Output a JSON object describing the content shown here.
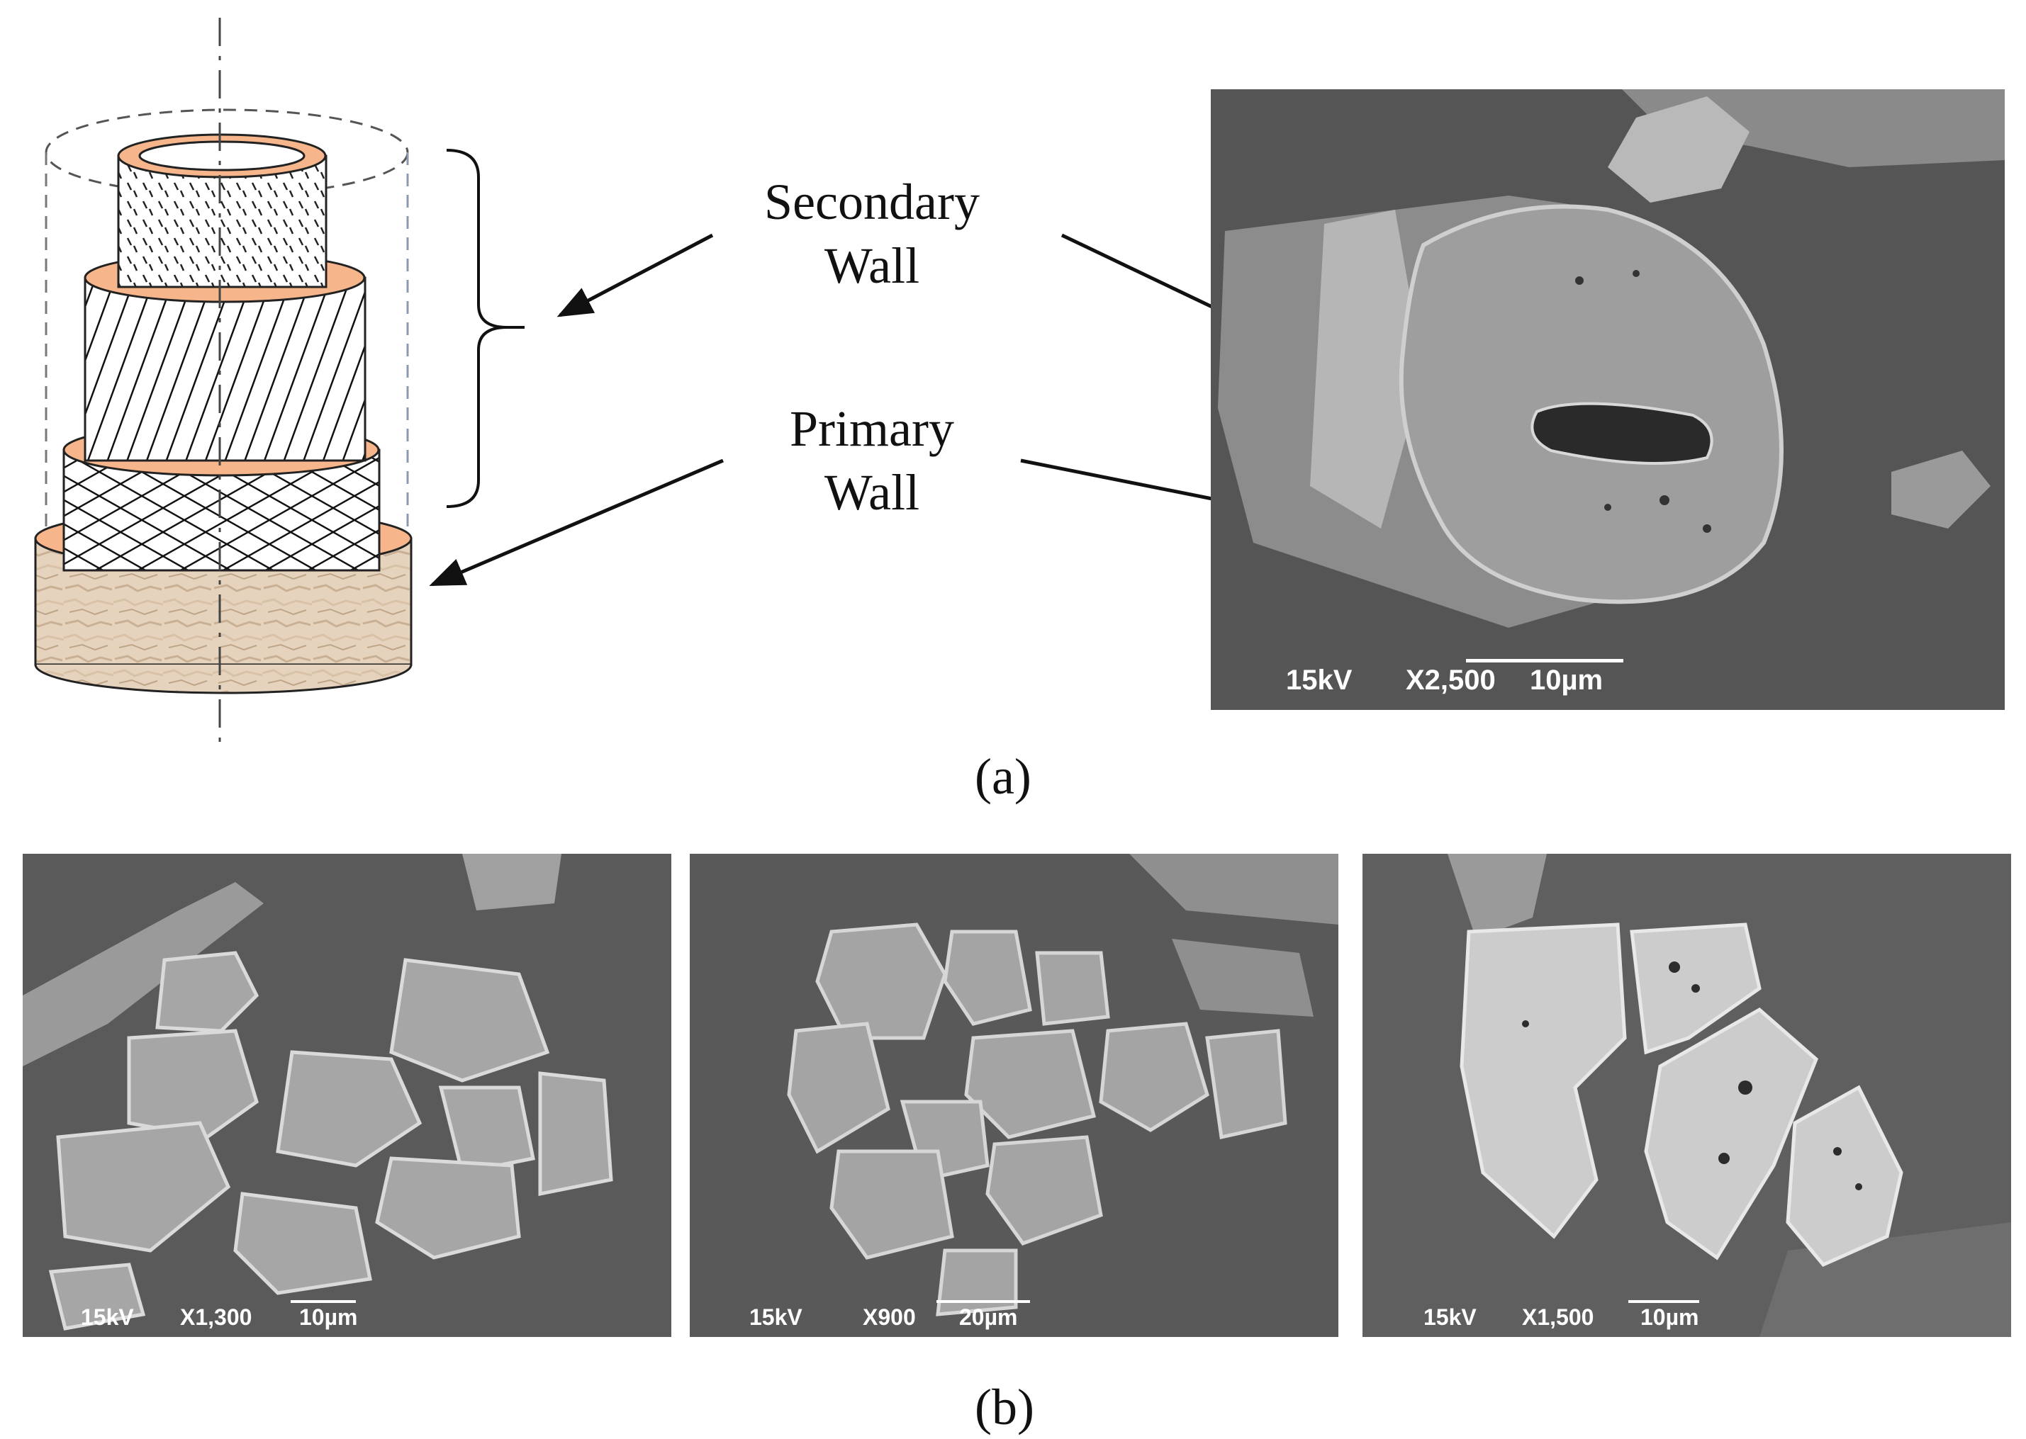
{
  "figure": {
    "panel_a_label": "(a)",
    "panel_b_label": "(b)",
    "labels": {
      "secondary_line1": "Secondary",
      "secondary_line2": "Wall",
      "primary_line1": "Primary",
      "primary_line2": "Wall"
    }
  },
  "sem_images": [
    {
      "kv": "15kV",
      "mag": "X2,500",
      "scale": "10µm"
    },
    {
      "kv": "15kV",
      "mag": "X1,300",
      "scale": "10µm"
    },
    {
      "kv": "15kV",
      "mag": "X900",
      "scale": "20µm"
    },
    {
      "kv": "15kV",
      "mag": "X1,500",
      "scale": "10µm"
    }
  ],
  "colors": {
    "ring": "#f6b58a",
    "ring_stroke": "#222222",
    "base_tan": "#e6d3bd",
    "sem_background": "#5c5c5c",
    "sem_fiber": "#a9a9a9"
  }
}
